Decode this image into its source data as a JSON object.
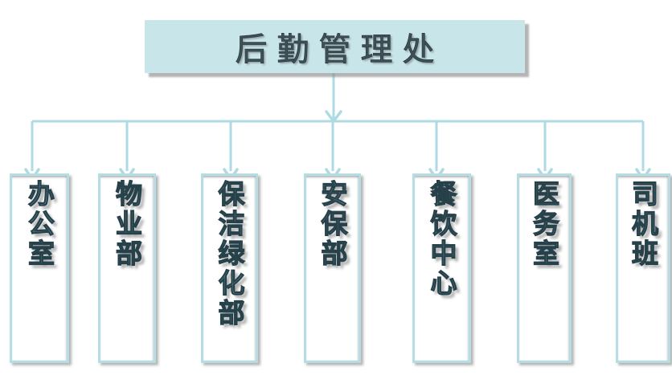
{
  "diagram": {
    "type": "org-chart",
    "root": {
      "label": "后勤管理处"
    },
    "departments": [
      {
        "label": "办公室"
      },
      {
        "label": "物业部"
      },
      {
        "label": "保洁绿化部"
      },
      {
        "label": "安保部"
      },
      {
        "label": "餐饮中心"
      },
      {
        "label": "医务室"
      },
      {
        "label": "司机班"
      }
    ]
  },
  "colors": {
    "connector": "#aedbe3",
    "root_fill": "#c8e6e9",
    "node_border": "#b5dde3",
    "node_fill": "#ffffff",
    "node_text": "#7399a3",
    "root_text": "#3e5157",
    "shadow": "#8c8c8c",
    "background": "#ffffff"
  }
}
